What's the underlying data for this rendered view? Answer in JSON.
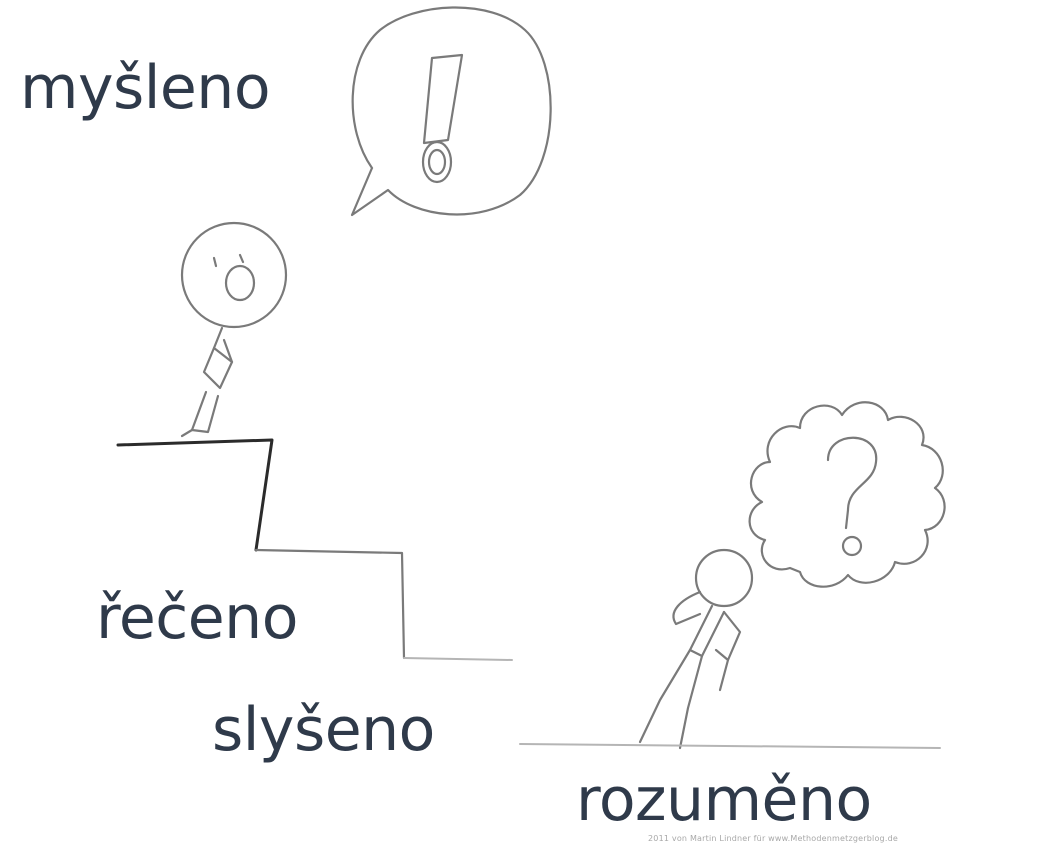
{
  "labels": {
    "thought": "myšleno",
    "said": "řečeno",
    "heard": "slyšeno",
    "understood": "rozuměno"
  },
  "credit": "2011 von Martin Lindner für www.Methodenmetzgerblog.de",
  "symbols": {
    "speech_bubble": "!",
    "thought_cloud": "?"
  },
  "colors": {
    "text": "#2f3a4a",
    "sketch": "#7a7a7a",
    "stairs": "#2b2b2b",
    "background": "#ffffff"
  }
}
